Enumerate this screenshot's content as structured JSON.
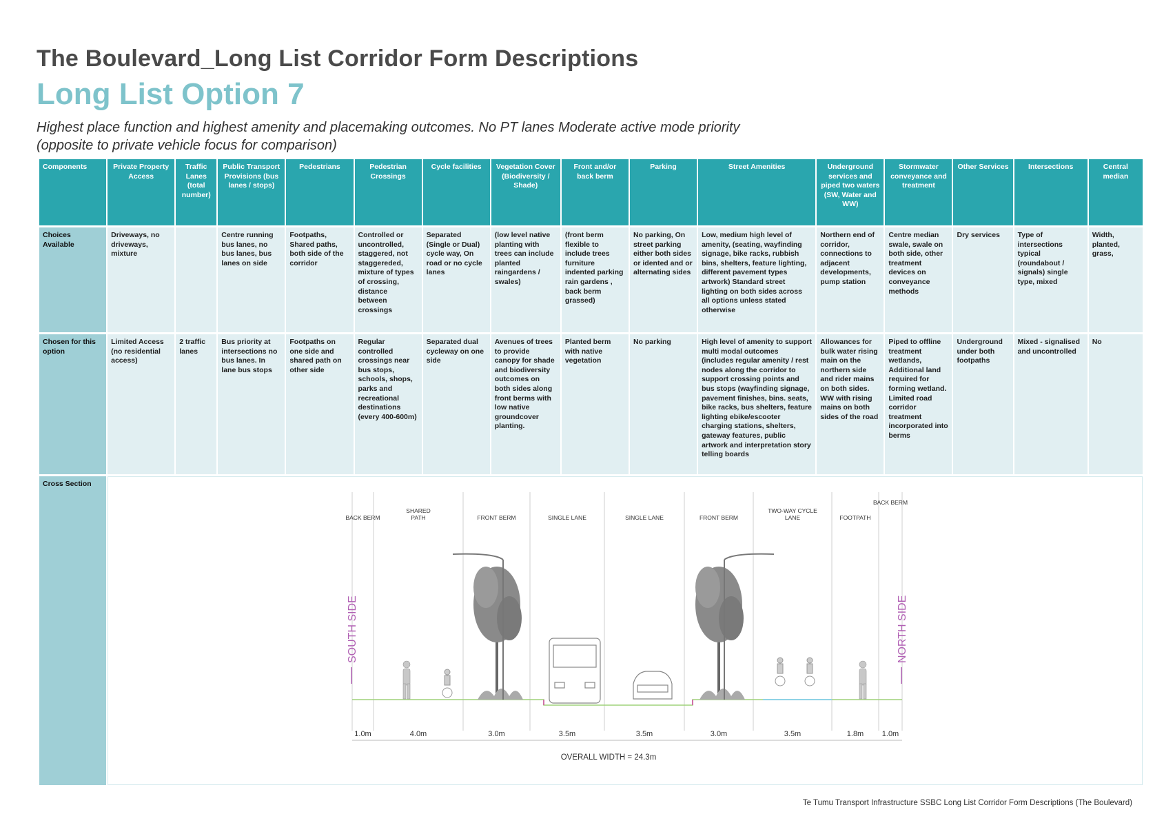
{
  "title": "The Boulevard_Long List Corridor Form Descriptions",
  "subtitle": "Long List Option 7",
  "description": "Highest place function and highest amenity and placemaking outcomes. No PT lanes Moderate active mode priority (opposite to private vehicle focus for comparison)",
  "table": {
    "headers": [
      "Components",
      "Private Property Access",
      "Traffic Lanes (total number)",
      "Public Transport Provisions (bus lanes / stops)",
      "Pedestrians",
      "Pedestrian Crossings",
      "Cycle facilities",
      "Vegetation Cover (Biodiversity / Shade)",
      "Front and/or back berm",
      "Parking",
      "Street Amenities",
      "Underground services and piped two waters (SW, Water and WW)",
      "Stormwater conveyance and treatment",
      "Other Services",
      "Intersections",
      "Central median"
    ],
    "rows": [
      {
        "label": "Choices Available",
        "cells": [
          "Driveways, no driveways, mixture",
          "",
          "Centre running bus lanes, no bus lanes, bus lanes on side",
          "Footpaths, Shared paths, both side of the corridor",
          "Controlled or uncontrolled, staggered, not staggereded, mixture of types of crossing, distance between crossings",
          "Separated (Single or Dual) cycle way, On road or no cycle lanes",
          "(low level native planting with trees can include planted raingardens / swales)",
          "(front berm flexible to include trees furniture indented parking rain gardens , back berm grassed)",
          "No parking, On street parking either both sides or idented and or alternating sides",
          "Low, medium high level of amenity, (seating, wayfinding signage, bike racks, rubbish bins, shelters, feature lighting, different pavement types artwork) Standard street lighting on both sides across all options unless stated otherwise",
          "Northern end of corridor, connections to adjacent developments, pump station",
          "Centre median swale, swale on both side, other treatment devices on conveyance methods",
          "Dry services",
          "Type of intersections typical (roundabout / signals) single type, mixed",
          "Width, planted, grass,"
        ]
      },
      {
        "label": "Chosen for this option",
        "cells": [
          "Limited Access (no residential access)",
          "2 traffic lanes",
          "Bus priority at intersections no bus lanes. In lane bus stops",
          "Footpaths on one side and shared path on other side",
          "Regular controlled crossings near bus stops, schools, shops, parks and recreational destinations (every 400-600m)",
          "Separated dual cycleway on one side",
          "Avenues of trees to provide canopy for shade and biodiversity outcomes on both sides along front berms with low native groundcover planting.",
          "Planted berm with native vegetation",
          "No parking",
          "High level of amenity to support multi modal outcomes (includes regular amenity / rest nodes along the corridor to support crossing points and bus stops (wayfinding signage, pavement finishes, bins. seats, bike racks, bus shelters, feature lighting ebike/escooter charging stations, shelters, gateway features, public artwork and interpretation story telling boards",
          "Allowances for bulk water rising main on the northern side and rider mains on both sides. WW with rising mains on both sides of the road",
          "Piped to offline treatment wetlands, Additional land required for forming wetland. Limited road corridor treatment incorporated into berms",
          "Underground under both footpaths",
          "Mixed - signalised and uncontrolled",
          "No"
        ]
      }
    ],
    "cross_section_label": "Cross Section"
  },
  "cross_section": {
    "zones": [
      {
        "label": "BACK BERM",
        "width": "1.0m"
      },
      {
        "label": "SHARED PATH",
        "width": "4.0m"
      },
      {
        "label": "FRONT BERM",
        "width": "3.0m"
      },
      {
        "label": "SINGLE LANE",
        "width": "3.5m"
      },
      {
        "label": "SINGLE LANE",
        "width": "3.5m"
      },
      {
        "label": "FRONT BERM",
        "width": "3.0m"
      },
      {
        "label": "TWO-WAY CYCLE LANE",
        "width": "3.5m"
      },
      {
        "label": "FOOTPATH",
        "width": "1.8m"
      },
      {
        "label": "BACK BERM",
        "width": "1.0m"
      }
    ],
    "south_label": "SOUTH SIDE",
    "north_label": "NORTH SIDE",
    "overall_width": "OVERALL WIDTH = 24.3m",
    "colors": {
      "side_label": "#b160b4",
      "ground": "#9fd27a",
      "cycle": "#8fd3e6",
      "kerb": "#d04aa0"
    }
  },
  "footer": "Te Tumu Transport Infrastructure SSBC Long List Corridor Form Descriptions (The Boulevard)"
}
